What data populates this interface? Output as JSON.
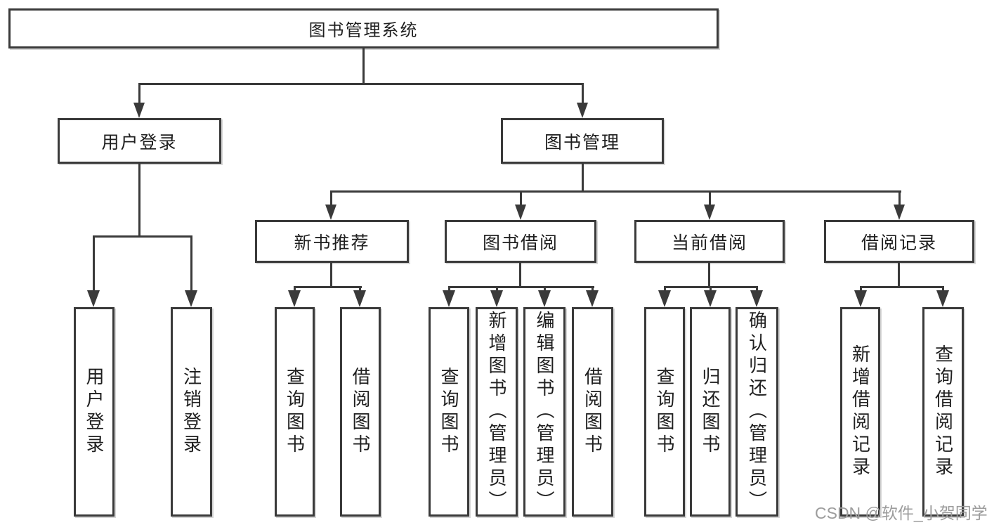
{
  "nodes": {
    "root": "图书管理系统",
    "user_login": {
      "label": "用户登录",
      "children": [
        "用户登录",
        "注销登录"
      ]
    },
    "book_mgmt": {
      "label": "图书管理",
      "sections": [
        {
          "label": "新书推荐",
          "children": [
            "查询图书",
            "借阅图书"
          ]
        },
        {
          "label": "图书借阅",
          "children": [
            "查询图书",
            "新增图书（管理员）",
            "编辑图书（管理员）",
            "借阅图书"
          ]
        },
        {
          "label": "当前借阅",
          "children": [
            "查询图书",
            "归还图书",
            "确认归还（管理员）"
          ]
        },
        {
          "label": "借阅记录",
          "children": [
            "新增借阅记录",
            "查询借阅记录"
          ]
        }
      ]
    }
  },
  "watermark": {
    "text": "CSDN @软件_小贺同学"
  },
  "colors": {
    "line": "#3a3a3a",
    "text": "#1f1f1f",
    "box_bg": "#ffffff",
    "bg": "#ffffff",
    "watermark": "#9c9c9c"
  }
}
